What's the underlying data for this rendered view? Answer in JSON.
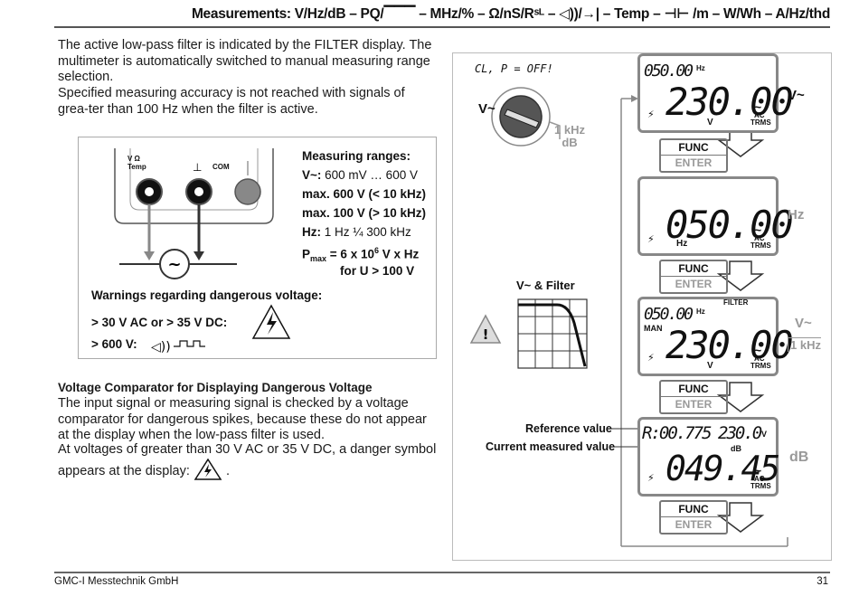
{
  "header": {
    "title": "Measurements: V/Hz/dB – PQ/▔▔▔ – MHz/% – Ω/nS/Rˢᴸ – ◁))/→| – Temp – ⊣⊢ /m – W/Wh – A/Hz/thd"
  },
  "intro": {
    "p1": "The active low-pass filter is indicated by the FILTER display. The multimeter is automatically switched to manual measuring range selection.",
    "p2": "Specified measuring accuracy is not reached with signals of grea-ter than 100 Hz when the filter is active."
  },
  "figure": {
    "jack_v_label": "V Ω",
    "jack_temp_label": "Temp",
    "jack_com_label": "COM",
    "ranges_title": "Measuring ranges:",
    "range_v_label": "V~:",
    "range_v_value": "600 mV … 600 V",
    "range_600": "max. 600 V (< 10 kHz)",
    "range_100": "max. 100 V (> 10 kHz)",
    "range_hz_label": "Hz:",
    "range_hz_value": "1 Hz ¼ 300 kHz",
    "pmax_label": "P",
    "pmax_sub": "max",
    "pmax_value": "= 6 x 10",
    "pmax_exp": "6",
    "pmax_unit": "V x Hz",
    "pmax_cond": "for U > 100 V",
    "warn_title": "Warnings regarding dangerous voltage:",
    "warn_line1": "> 30 V AC or > 35 V DC:",
    "warn_line2": "> 600 V:"
  },
  "comparator": {
    "heading": "Voltage Comparator for Displaying Dangerous Voltage",
    "p1": "The input signal or measuring signal is checked by a voltage comparator for dangerous spikes, because these do not appear at the display when the low-pass filter is used.",
    "p2": "At voltages of greater than 30 V AC or 35 V DC, a danger symbol appears at the display:",
    "p2_end": "."
  },
  "panel": {
    "cl_p_off": "CL, P = OFF!",
    "switch_v": "V~",
    "switch_1khz": "1 kHz",
    "switch_db": "dB",
    "filter_label": "V~ & Filter",
    "lcd1": {
      "small": "050.00",
      "small_unit": "Hz",
      "main": "230.00",
      "unit": "V",
      "ac": "AC",
      "trms": "TRMS",
      "side": "V~"
    },
    "lcd2": {
      "main": "050.00",
      "unit": "Hz",
      "ac": "AC",
      "trms": "TRMS",
      "side": "Hz"
    },
    "lcd3": {
      "small": "050.00",
      "small_unit": "Hz",
      "man": "MAN",
      "filter": "FILTER",
      "main": "230.00",
      "unit": "V",
      "ac": "AC",
      "trms": "TRMS",
      "side1": "V~",
      "side2": "1 kHz"
    },
    "lcd4": {
      "ref": "R:00.775",
      "ref2": "230.0",
      "ref_unit": "V",
      "db": "dB",
      "main": "049.45",
      "ac": "AC",
      "trms": "TRMS",
      "side": "dB"
    },
    "ref_label": "Reference value",
    "cur_label": "Current measured value",
    "func": "FUNC",
    "enter": "ENTER"
  },
  "footer": {
    "company": "GMC-I Messtechnik GmbH",
    "page": "31"
  }
}
